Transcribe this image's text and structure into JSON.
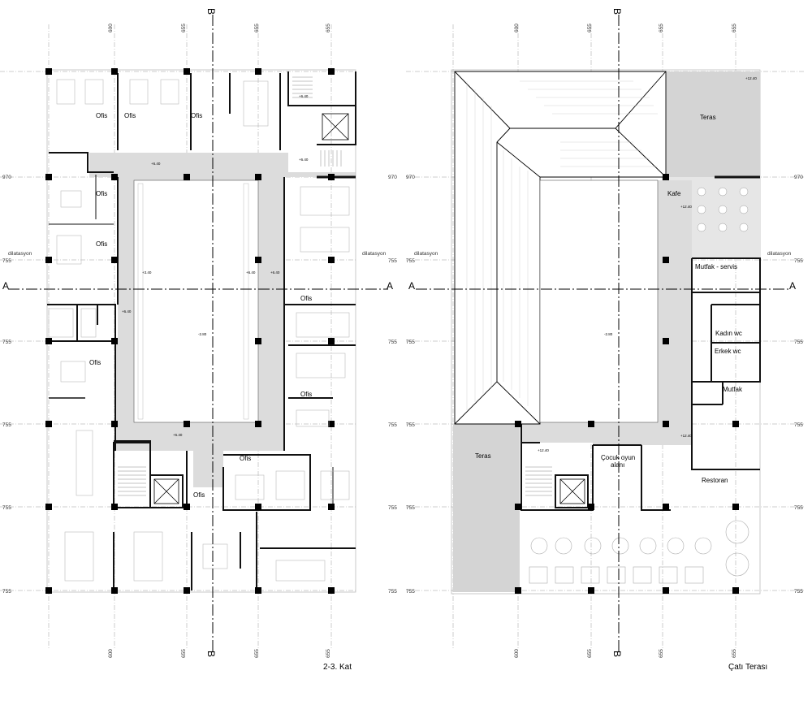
{
  "plans": [
    {
      "title": "2-3. Kat",
      "rooms": [
        "Ofis",
        "Ofis",
        "Ofis",
        "Ofis",
        "Ofis",
        "Ofis",
        "Ofis",
        "Ofis",
        "Ofis",
        "Ofis"
      ],
      "elevations": [
        "+6.40",
        "+6.40",
        "+6.40",
        "+3.40",
        "+6.40",
        "+6.40",
        "-2.80",
        "+6.40",
        "+6.40"
      ],
      "dims_top": [
        "600",
        "655",
        "655",
        "655"
      ],
      "dims_side": [
        "970",
        "755",
        "755",
        "755",
        "755",
        "755"
      ],
      "dilatation": "dilatasyon",
      "section_a": "A",
      "section_b": "B"
    },
    {
      "title": "Çatı Terası",
      "rooms": [
        "Teras",
        "Kafe",
        "Mutfak - servis",
        "Kadın wc",
        "Erkek wc",
        "Mutfak",
        "Çocuk oyun",
        "alanı",
        "Restoran",
        "Teras"
      ],
      "elevations": [
        "+12.40",
        "+12.40",
        "-2.80",
        "+12.40",
        "+12.40"
      ],
      "dims_top": [
        "600",
        "655",
        "655",
        "655"
      ],
      "dims_side": [
        "970",
        "755",
        "755",
        "755",
        "755",
        "755"
      ],
      "dilatation": "dilatasyon",
      "section_a": "A",
      "section_b": "B"
    }
  ]
}
